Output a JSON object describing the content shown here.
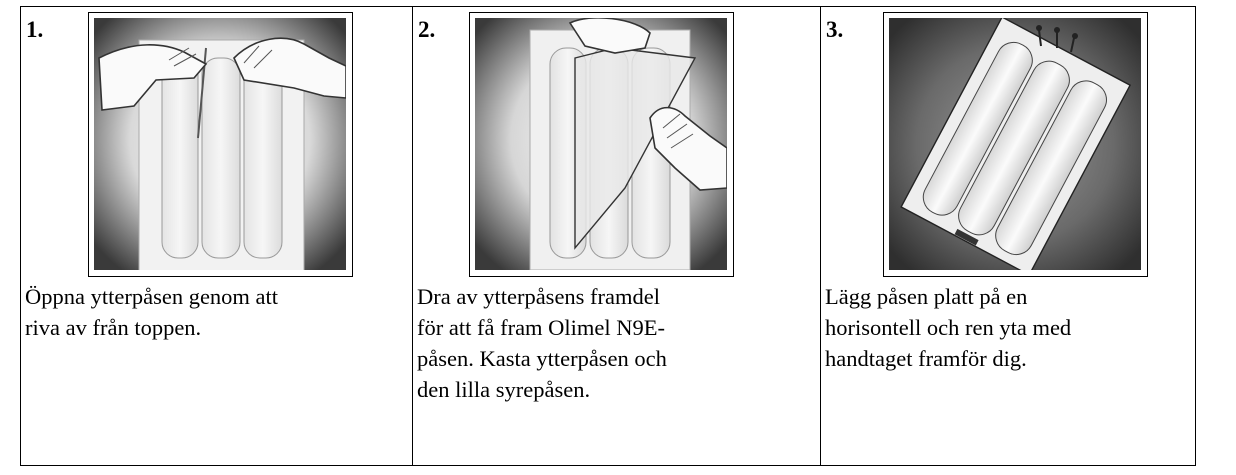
{
  "steps": [
    {
      "number": "1.",
      "illustration": "tear-outer-bag-icon",
      "lines": [
        "Öppna ytterpåsen genom att",
        "riva av från toppen."
      ]
    },
    {
      "number": "2.",
      "illustration": "peel-outer-bag-icon",
      "lines": [
        "Dra av ytterpåsens framdel",
        "för att få fram Olimel N9E-",
        "påsen. Kasta ytterpåsen och",
        "den lilla syrepåsen."
      ]
    },
    {
      "number": "3.",
      "illustration": "bag-flat-icon",
      "lines": [
        "Lägg påsen platt på en",
        "horisontell och ren yta med",
        "handtaget framför dig."
      ]
    }
  ]
}
